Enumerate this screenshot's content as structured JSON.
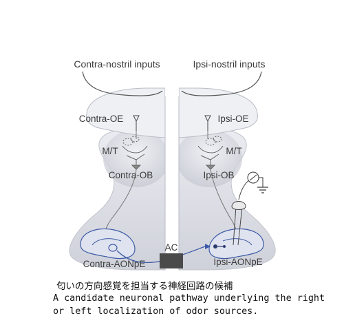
{
  "labels": {
    "contra_nostril": "Contra-nostril inputs",
    "ipsi_nostril": "Ipsi-nostril inputs",
    "contra_oe": "Contra-OE",
    "ipsi_oe": "Ipsi-OE",
    "mt_left": "M/T",
    "mt_right": "M/T",
    "contra_ob": "Contra-OB",
    "ipsi_ob": "Ipsi-OB",
    "ac": "AC",
    "contra_aonpe": "Contra-AONpE",
    "ipsi_aonpe": "Ipsi-AONpE"
  },
  "caption": {
    "japanese": "匂いの方向感覚を担当する神経回路の候補",
    "english_line1": "A candidate neuronal pathway underlying the right",
    "english_line2": "or left localization of odor sources."
  }
}
